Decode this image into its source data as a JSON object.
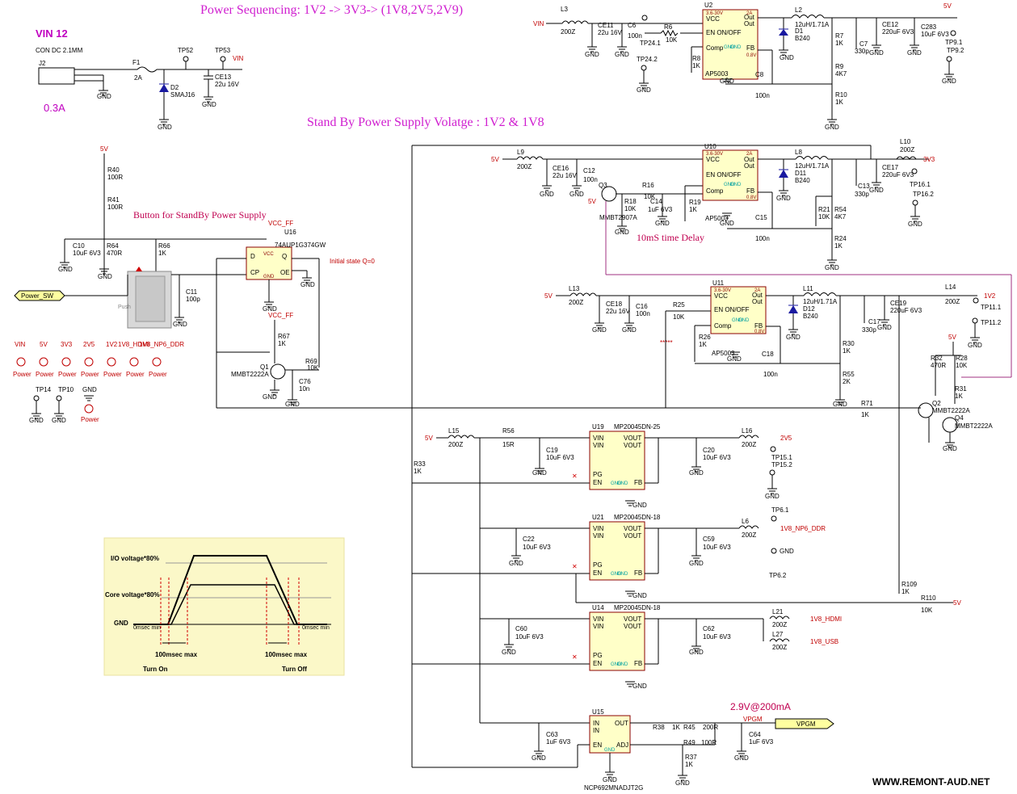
{
  "titles": {
    "sequencing": "Power Sequencing: 1V2 -> 3V3-> (1V8,2V5,2V9)",
    "vin": "VIN 12",
    "connector": "CON DC 2.1MM",
    "current": "0.3A",
    "standby": "Stand By Power Supply Volatge : 1V2 & 1V8",
    "button": "Button for StandBy Power Supply",
    "initial_state": "Initial state Q=0",
    "delay": "10mS time Delay",
    "vpgm_rating": "2.9V@200mA",
    "stars": "*****",
    "watermark": "WWW.REMONT-AUD.NET"
  },
  "nets": {
    "vin": "VIN",
    "v5": "5V",
    "v3v3": "3V3",
    "v1v2": "1V2",
    "v2v5": "2V5",
    "v1v8_np6": "1V8_NP6_DDR",
    "v1v8_hdmi": "1V8_HDMI",
    "v1v8_usb": "1V8_USB",
    "vpgm": "VPGM",
    "power_sw": "Power_SW",
    "vcc_ff": "VCC_FF",
    "gnd": "GND"
  },
  "power_flags": {
    "labels": [
      "VIN",
      "5V",
      "3V3",
      "2V5",
      "1V2",
      "1V8_HDMI",
      "1V8_NP6_DDR"
    ],
    "caption": "Power"
  },
  "testpoints": {
    "tp14": "TP14",
    "tp10": "TP10",
    "tp52": "TP52",
    "tp53": "TP53",
    "tp24_1": "TP24.1",
    "tp24_2": "TP24.2",
    "tp9_1": "TP9.1",
    "tp9_2": "TP9.2",
    "tp16_1": "TP16.1",
    "tp16_2": "TP16.2",
    "tp11_1": "TP11.1",
    "tp11_2": "TP11.2",
    "tp15_1": "TP15.1",
    "tp15_2": "TP15.2",
    "tp6_1": "TP6.1",
    "tp6_2": "TP6.2"
  },
  "components": {
    "j2": "J2",
    "f1": "F1",
    "f1_val": "2A",
    "d2": "D2",
    "d2_val": "SMAJ16",
    "ce13": "CE13",
    "ce13_val": "22u 16V",
    "l3": "L3",
    "l3_val": "200Z",
    "ce11": "CE11",
    "ce11_val": "22u 16V",
    "c6": "C6",
    "c6_val": "100n",
    "r6": "R6",
    "r6_val": "10K",
    "u2": "U2",
    "u2_part": "AP5003",
    "r8": "R8",
    "r8_val": "1K",
    "l2": "L2",
    "l2_val": "12uH/1.71A",
    "d1": "D1",
    "d1_val": "B240",
    "c8": "C8",
    "c8_val": "100n",
    "r7": "R7",
    "r7_val": "1K",
    "r9": "R9",
    "r9_val": "4K7",
    "r10": "R10",
    "r10_val": "1K",
    "c7": "C7",
    "c7_val": "330p",
    "ce12": "CE12",
    "ce12_val": "220uF 6V3",
    "c283": "C283",
    "c283_val": "10uF 6V3",
    "r40": "R40",
    "r40_val": "100R",
    "r41": "R41",
    "r41_val": "100R",
    "c10": "C10",
    "c10_val": "10uF 6V3",
    "r64": "R64",
    "r64_val": "470R",
    "r66": "R66",
    "r66_val": "1K",
    "c11": "C11",
    "c11_val": "100p",
    "push": "Push",
    "u16": "U16",
    "u16_part": "74AUP1G374GW",
    "r67": "R67",
    "r67_val": "1K",
    "q1": "Q1",
    "q1_part": "MMBT2222A",
    "r69": "R69",
    "r69_val": "10K",
    "c76": "C76",
    "c76_val": "10n",
    "l9": "L9",
    "l9_val": "200Z",
    "ce16": "CE16",
    "ce16_val": "22u 16V",
    "c12": "C12",
    "c12_val": "100n",
    "q3": "Q3",
    "q3_part": "MMBT2907A",
    "r18": "R18",
    "r18_val": "10K",
    "r16": "R16",
    "r16_val": "10K",
    "c14": "C14",
    "c14_val": "1uF 6V3",
    "r19": "R19",
    "r19_val": "1K",
    "u10": "U10",
    "u10_part": "AP5003",
    "l8": "L8",
    "l8_val": "12uH/1.71A",
    "d11": "D11",
    "d11_val": "B240",
    "c15": "C15",
    "c15_val": "100n",
    "r21": "R21",
    "r21_val": "10K",
    "r54": "R54",
    "r54_val": "4K7",
    "r24": "R24",
    "r24_val": "1K",
    "c13": "C13",
    "c13_val": "330p",
    "ce17": "CE17",
    "ce17_val": "220uF 6V3",
    "l10": "L10",
    "l10_val": "200Z",
    "l13": "L13",
    "l13_val": "200Z",
    "ce18": "CE18",
    "ce18_val": "22u 16V",
    "c16": "C16",
    "c16_val": "100n",
    "r25": "R25",
    "r25_val": "10K",
    "u11": "U11",
    "u11_part": "AP5003",
    "r26": "R26",
    "r26_val": "1K",
    "l11": "L11",
    "l11_val": "12uH/1.71A",
    "d12": "D12",
    "d12_val": "B240",
    "c18": "C18",
    "c18_val": "100n",
    "r30": "R30",
    "r30_val": "1K",
    "r55": "R55",
    "r55_val": "2K",
    "c17": "C17",
    "c17_val": "330p",
    "ce19": "CE19",
    "ce19_val": "220uF 6V3",
    "l14": "L14",
    "l14_val": "200Z",
    "r32": "R32",
    "r32_val": "470R",
    "r28": "R28",
    "r28_val": "10K",
    "r31": "R31",
    "r31_val": "1K",
    "r71": "R71",
    "r71_val": "1K",
    "q2": "Q2",
    "q2_part": "MMBT2222A",
    "q4": "Q4",
    "q4_part": "MMBT2222A",
    "l15": "L15",
    "l15_val": "200Z",
    "r56": "R56",
    "r56_val": "15R",
    "r33": "R33",
    "r33_val": "1K",
    "u19": "U19",
    "u19_part": "MP20045DN-25",
    "c19": "C19",
    "c19_val": "10uF 6V3",
    "c20": "C20",
    "c20_val": "10uF 6V3",
    "l16": "L16",
    "l16_val": "200Z",
    "u21": "U21",
    "u21_part": "MP20045DN-18",
    "c22": "C22",
    "c22_val": "10uF 6V3",
    "c59": "C59",
    "c59_val": "10uF 6V3",
    "l6": "L6",
    "l6_val": "200Z",
    "u14": "U14",
    "u14_part": "MP20045DN-18",
    "c60": "C60",
    "c60_val": "10uF 6V3",
    "c62": "C62",
    "c62_val": "10uF 6V3",
    "l21": "L21",
    "l21_val": "200Z",
    "l27": "L27",
    "l27_val": "200Z",
    "r109": "R109",
    "r109_val": "1K",
    "r110": "R110",
    "r110_val": "10K",
    "u15": "U15",
    "u15_part": "NCP692MNADJT2G",
    "c63": "C63",
    "c63_val": "1uF 6V3",
    "r38": "R38",
    "r38_val": "1K",
    "r45": "R45",
    "r45_val": "200R",
    "r49": "R49",
    "r49_val": "100R",
    "r37": "R37",
    "r37_val": "1K",
    "c64": "C64",
    "c64_val": "1uF 6V3"
  },
  "pins": {
    "ap_vcc": "VCC",
    "ap_en": "EN ON/OFF",
    "ap_comp": "Comp",
    "ap_out": "Out",
    "ap_fb": "FB",
    "ap_range": "3.6-30V",
    "ap_2a": "2A",
    "ap_08v": "0.8V",
    "mp_vin": "VIN",
    "mp_vout": "VOUT",
    "mp_pg": "PG",
    "mp_en": "EN",
    "mp_fb": "FB",
    "ff_d": "D",
    "ff_cp": "CP",
    "ff_q": "Q",
    "ff_oe": "OE",
    "ff_vcc": "VCC",
    "ff_gnd": "GND",
    "ncp_in": "IN",
    "ncp_out": "OUT",
    "ncp_en": "EN",
    "ncp_adj": "ADJ",
    "ncp_gnd": "GND"
  },
  "timing": {
    "io": "I/O voltage*80%",
    "core": "Core voltage*80%",
    "gnd": "GND",
    "min": "0msec min",
    "max": "100msec max",
    "turn_on": "Turn On",
    "turn_off": "Turn Off"
  },
  "colors": {
    "title": "#d020d0",
    "wire": "#000000",
    "net_label": "#c00000",
    "chip_fill": "#ffffc8",
    "chip_border": "#8b0000",
    "timing_bg": "#fbf8c8",
    "sequence_wire": "#a03080"
  }
}
